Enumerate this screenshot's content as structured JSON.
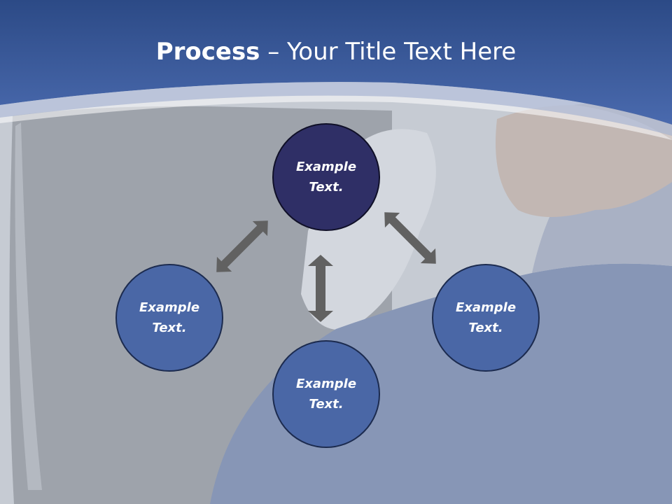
{
  "title": {
    "bold": "Process",
    "rest": " – Your Title Text Here"
  },
  "nodes": {
    "top": "Example Text.",
    "left": "Example Text.",
    "right": "Example Text.",
    "bottom": "Example Text."
  },
  "colors": {
    "header_blue": "#3d5a9a",
    "node_dark": "#2f2f66",
    "node_mid": "#4a67a6",
    "arrow_gray": "#616161"
  }
}
